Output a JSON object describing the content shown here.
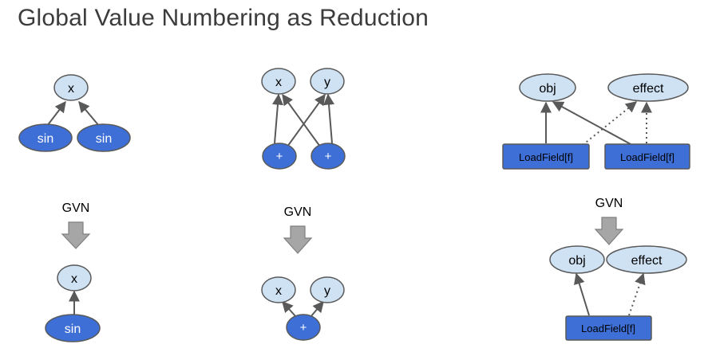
{
  "title": "Global Value Numbering as Reduction",
  "transform_label": "GVN",
  "example1": {
    "before": {
      "input": "x",
      "ops": [
        "sin",
        "sin"
      ]
    },
    "after": {
      "input": "x",
      "op": "sin"
    }
  },
  "example2": {
    "before": {
      "inputs": [
        "x",
        "y"
      ],
      "ops": [
        "+",
        "+"
      ]
    },
    "after": {
      "inputs": [
        "x",
        "y"
      ],
      "op": "+"
    }
  },
  "example3": {
    "before": {
      "inputs": [
        "obj",
        "effect"
      ],
      "ops": [
        "LoadField[f]",
        "LoadField[f]"
      ]
    },
    "after": {
      "inputs": [
        "obj",
        "effect"
      ],
      "op": "LoadField[f]"
    }
  },
  "colors": {
    "input_node": "#cfe2f3",
    "op_node": "#3d6fd6",
    "edge": "#595959",
    "transform_arrow": "#a6a6a6"
  }
}
